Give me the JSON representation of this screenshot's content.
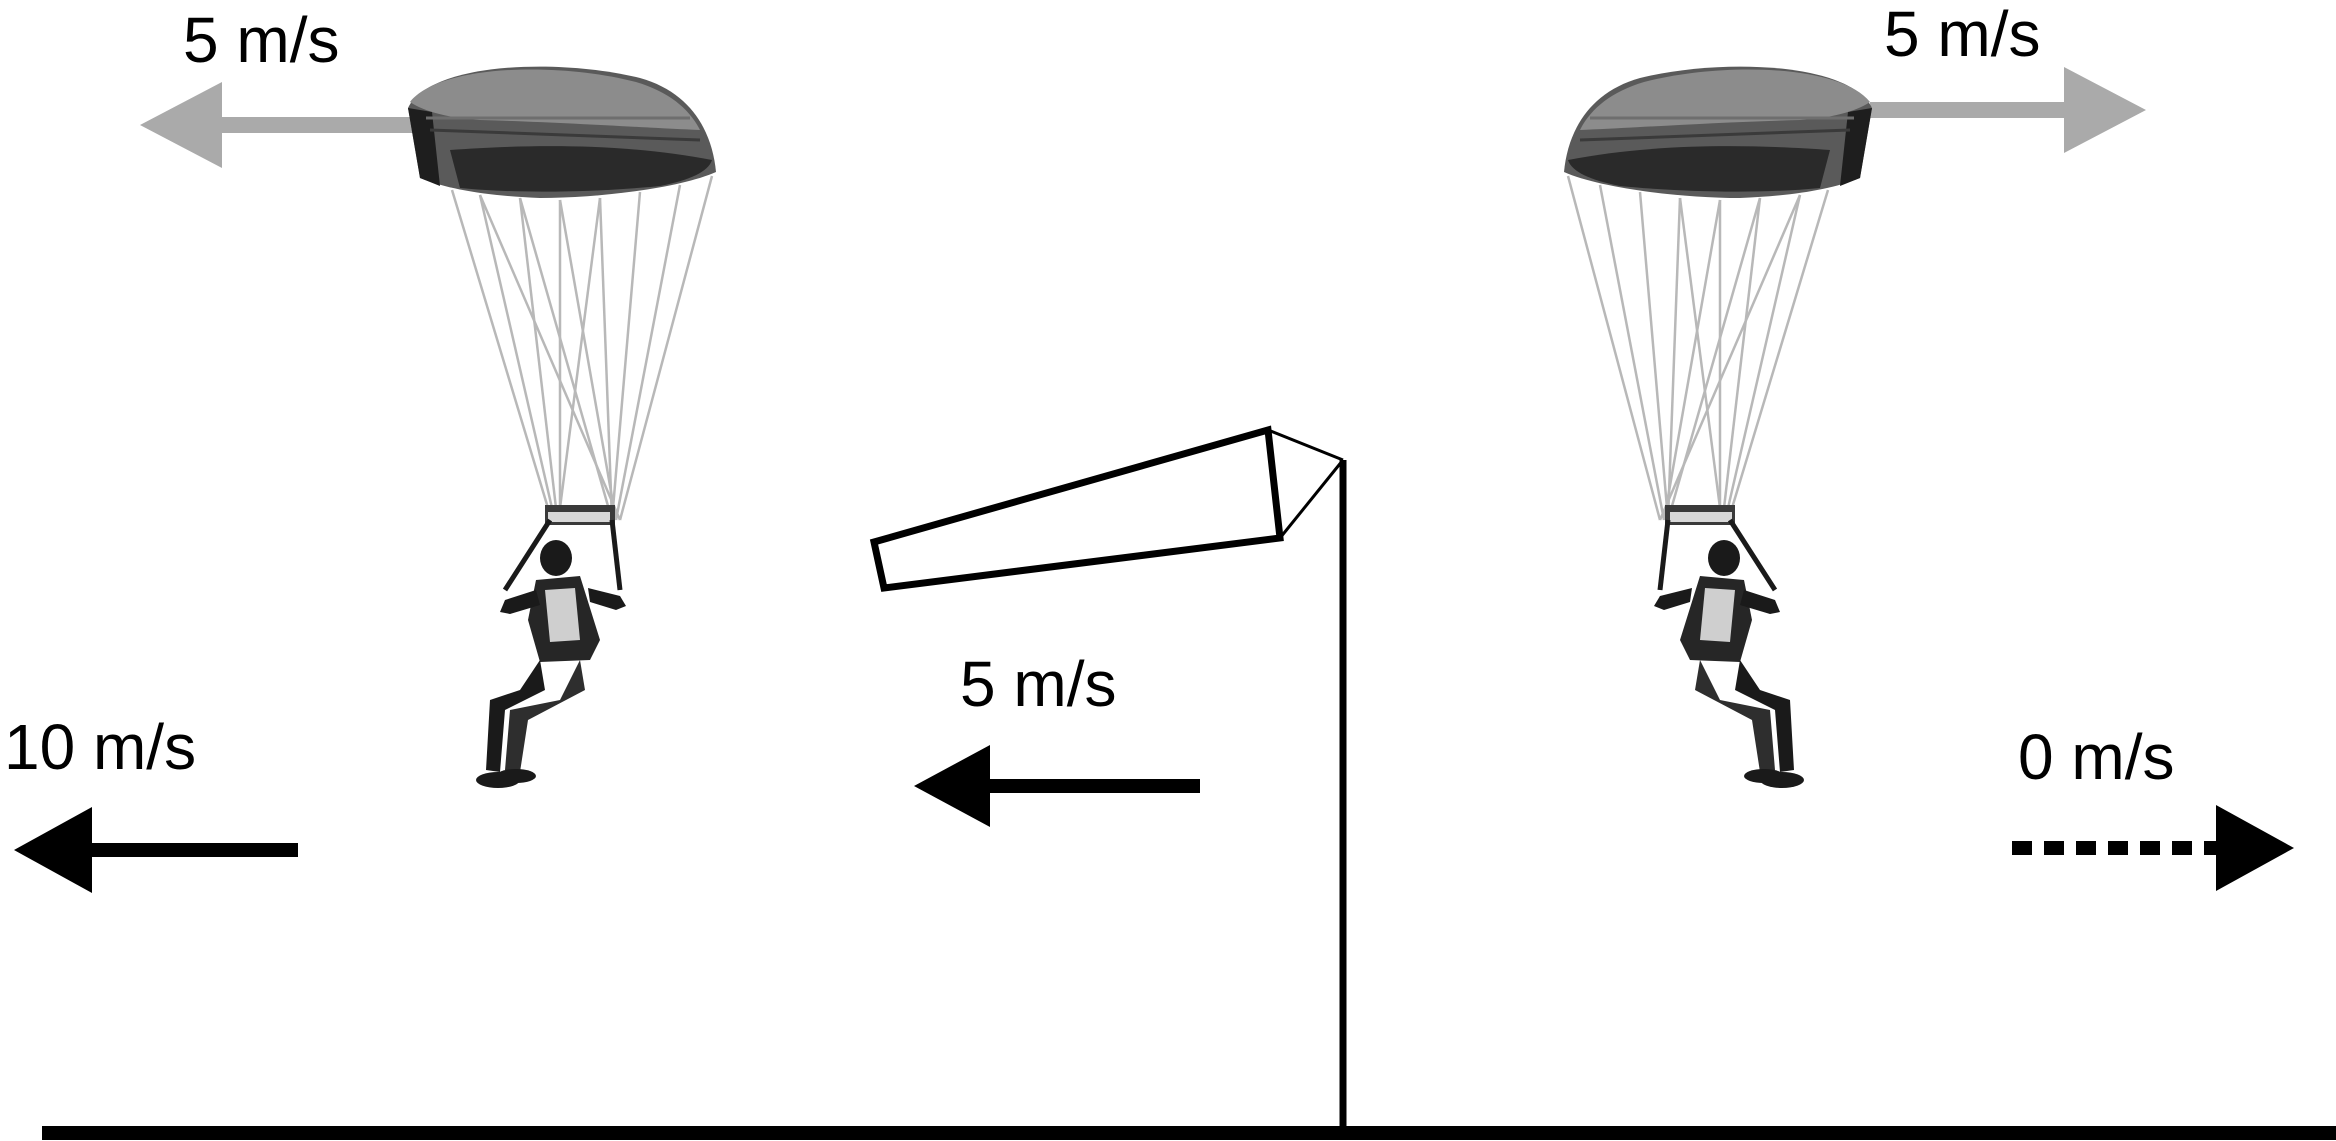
{
  "diagram": {
    "left_parachutist": {
      "canopy_speed_label": "5 m/s",
      "ground_speed_label": "10 m/s"
    },
    "windsock": {
      "wind_speed_label": "5 m/s"
    },
    "right_parachutist": {
      "canopy_speed_label": "5 m/s",
      "ground_speed_label": "0 m/s"
    }
  },
  "colors": {
    "ink": "#000000",
    "canopy_arrow": "#aaaaaa",
    "canopy_dark": "#2a2a2a",
    "canopy_mid": "#5a5a5a",
    "canopy_light": "#8c8c8c",
    "suspension_lines": "#b8b8b8",
    "background": "#ffffff"
  }
}
